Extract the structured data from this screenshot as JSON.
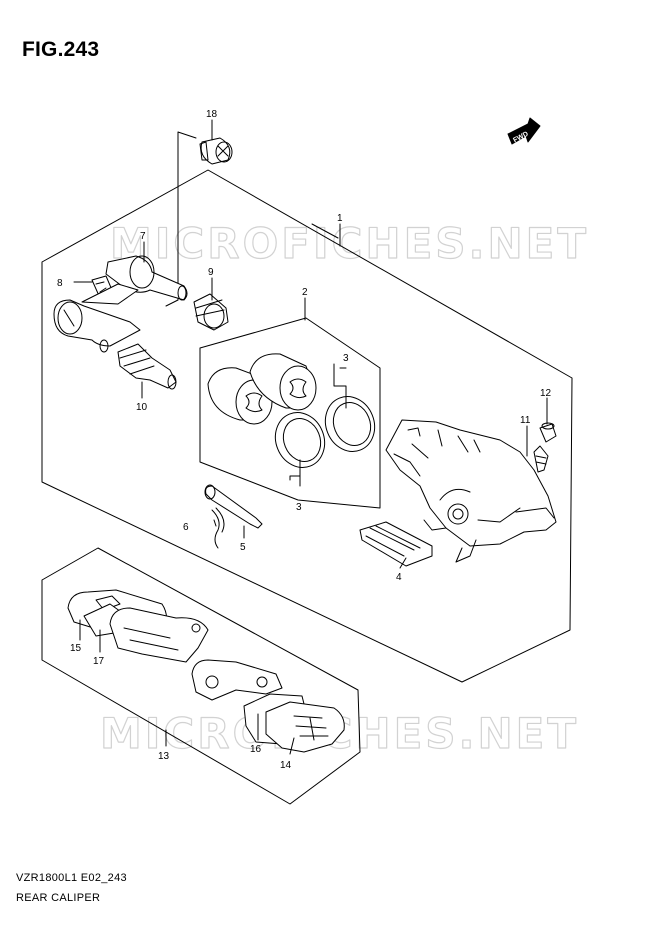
{
  "figure": {
    "title": "FIG.243"
  },
  "footer": {
    "model_code": "VZR1800L1 E02_243",
    "part_name": "REAR CALIPER"
  },
  "watermark": {
    "text": "MICROFICHES.NET"
  },
  "direction_badge": {
    "label": "FWD"
  },
  "callouts": {
    "c1": "1",
    "c2": "2",
    "c3a": "3",
    "c3b": "3",
    "c4": "4",
    "c5": "5",
    "c6": "6",
    "c7": "7",
    "c8": "8",
    "c9": "9",
    "c10": "10",
    "c11": "11",
    "c12": "12",
    "c13": "13",
    "c14": "14",
    "c15": "15",
    "c16": "16",
    "c17": "17",
    "c18": "18"
  },
  "colors": {
    "ink": "#000000",
    "watermark": "#d2d2d2",
    "background": "#ffffff"
  }
}
